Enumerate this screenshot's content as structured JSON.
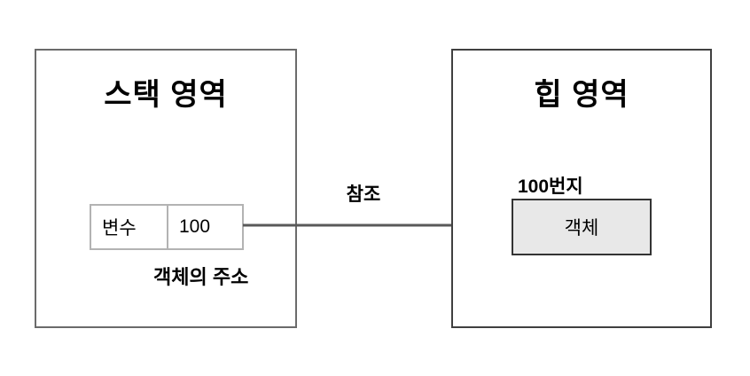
{
  "colors": {
    "background": "#ffffff",
    "stack_box_border": "#6b6b6b",
    "heap_box_border": "#404040",
    "variable_box_border": "#b3b3b3",
    "object_box_fill": "#e8e8e8",
    "object_box_border": "#333333",
    "arrow": "#595959",
    "text": "#000000"
  },
  "stack": {
    "title": "스택 영역",
    "variable": {
      "name": "변수",
      "value": "100"
    },
    "caption": "객체의 주소"
  },
  "reference": {
    "label": "참조"
  },
  "heap": {
    "title": "힙 영역",
    "address_label": "100번지",
    "object_label": "객체"
  }
}
